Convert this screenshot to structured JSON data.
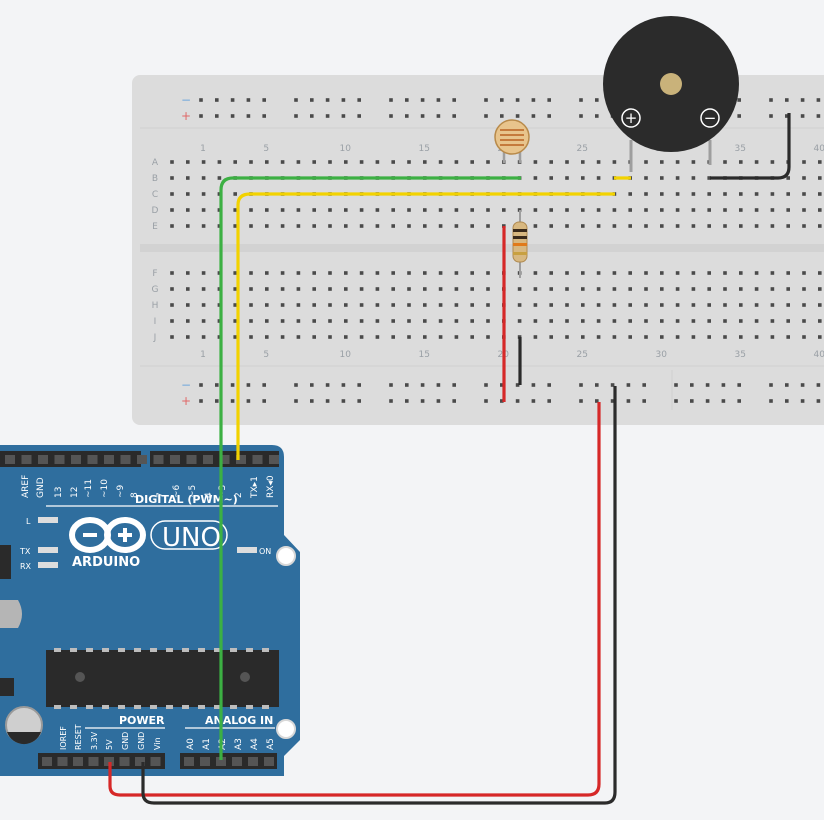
{
  "breadboard": {
    "rows_top": [
      "A",
      "B",
      "C",
      "D",
      "E"
    ],
    "rows_bottom": [
      "F",
      "G",
      "H",
      "I",
      "J"
    ],
    "column_numbers": [
      "1",
      "5",
      "10",
      "15",
      "20",
      "25",
      "30",
      "35",
      "40"
    ],
    "rail_minus": "−",
    "rail_plus": "+"
  },
  "buzzer": {
    "plus_label": "+",
    "minus_label": "−"
  },
  "arduino": {
    "digital_label": "DIGITAL (PWM~)",
    "digital_pins": [
      "AREF",
      "GND",
      "13",
      "12",
      "~11",
      "~10",
      "~9",
      "8",
      "7",
      "~6",
      "~5",
      "4",
      "~3",
      "2",
      "TX▸1",
      "RX◂0"
    ],
    "led_l": "L",
    "led_tx": "TX",
    "led_rx": "RX",
    "on_label": "ON",
    "brand": "ARDUINO",
    "model": "UNO",
    "power_label": "POWER",
    "analog_label": "ANALOG IN",
    "power_pins": [
      "IOREF",
      "RESET",
      "3.3V",
      "5V",
      "GND",
      "GND",
      "Vin"
    ],
    "analog_pins": [
      "A0",
      "A1",
      "A2",
      "A3",
      "A4",
      "A5"
    ]
  },
  "colors": {
    "wire_green": "#3cb043",
    "wire_yellow": "#f2d200",
    "wire_red": "#d62828",
    "wire_black": "#2b2b2b",
    "board_blue": "#2f6e9e"
  }
}
